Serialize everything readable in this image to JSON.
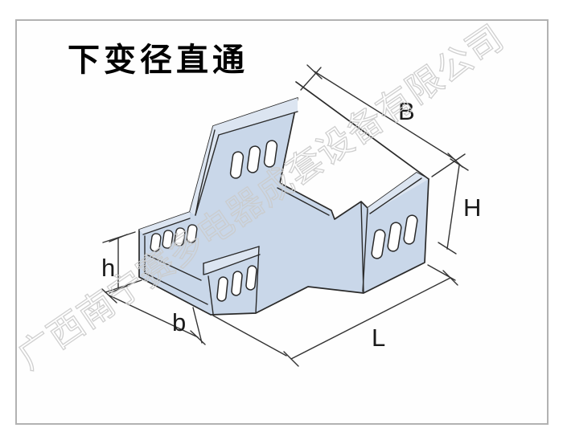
{
  "title": {
    "text": "下变径直通",
    "color": "#000000"
  },
  "watermark": {
    "text": "广西南宁赛多电器成套设备有限公司",
    "color": "#cbcbcb"
  },
  "frame": {
    "border_color": "#b2b2b2"
  },
  "diagram": {
    "type": "isometric-technical-drawing",
    "subject": "cable-tray down reducer fitting",
    "fill_color": "#c9d7e9",
    "flange_color": "#dce5f1",
    "line_color": "#2a2a2a",
    "labels": {
      "B": "B",
      "H": "H",
      "h": "h",
      "b": "b",
      "L": "L"
    }
  }
}
